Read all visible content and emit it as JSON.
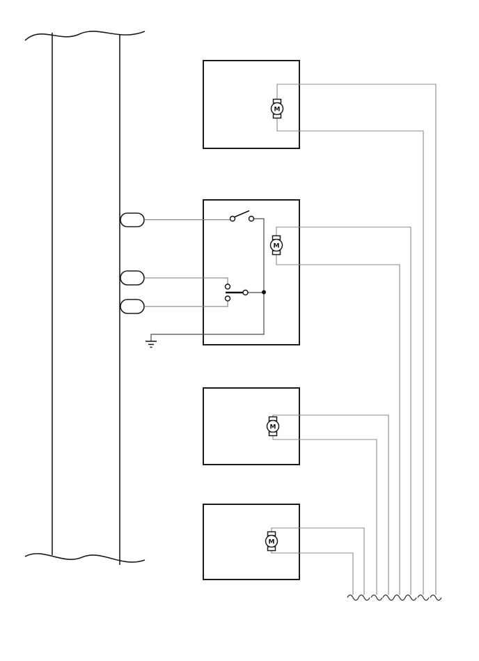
{
  "page": {
    "background": "#ffffff"
  },
  "colors": {
    "outline": "#1a1a1a",
    "wire": "#888888",
    "circuit": "#4a4a4a",
    "connector_wire": "#777777",
    "junction": "#111111"
  },
  "motors": [
    {
      "label": "M"
    },
    {
      "label": "M"
    },
    {
      "label": "M"
    },
    {
      "label": "M"
    }
  ],
  "components": {
    "harness": "wire-harness-with-break-ends",
    "connector_count": 3,
    "component_box_count": 4,
    "switch_count": 2,
    "ground": "chassis-ground",
    "wire_break_count": 8
  }
}
